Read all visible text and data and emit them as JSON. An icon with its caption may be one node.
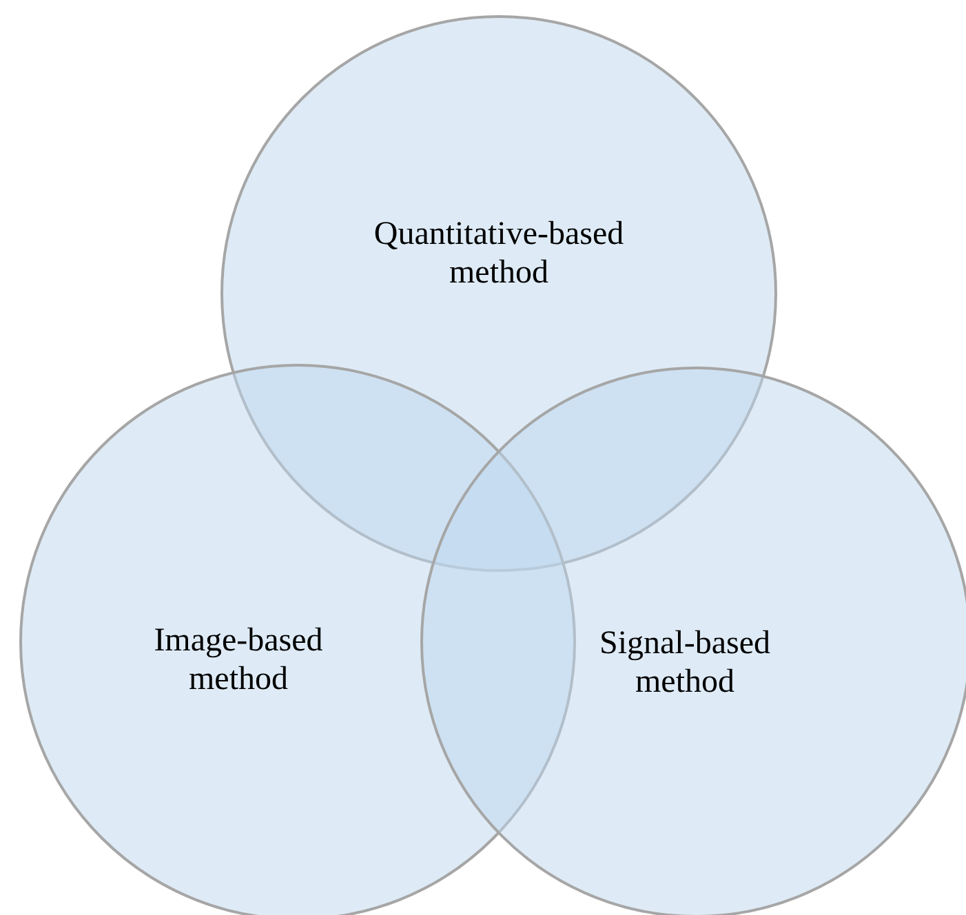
{
  "diagram": {
    "nodes": [
      {
        "text": [
          "Quantitative-based method"
        ]
      },
      {
        "text": [
          "Image-based method"
        ]
      },
      {
        "text": [
          "Signal-based method"
        ]
      }
    ]
  }
}
